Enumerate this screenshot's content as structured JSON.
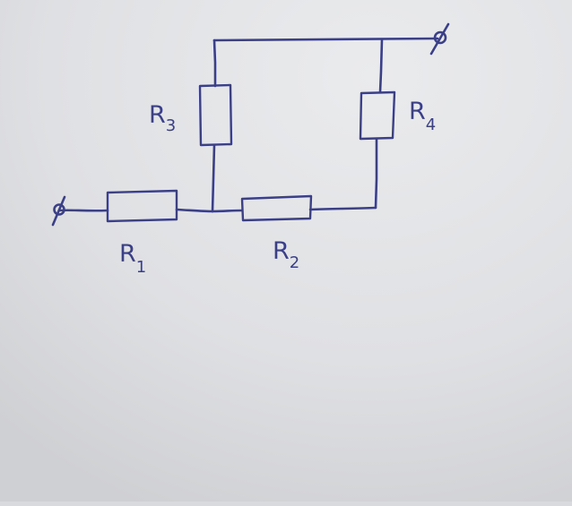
{
  "diagram": {
    "labels": {
      "r1": {
        "main": "R",
        "sub": "1"
      },
      "r2": {
        "main": "R",
        "sub": "2"
      },
      "r3": {
        "main": "R",
        "sub": "3"
      },
      "r4": {
        "main": "R",
        "sub": "4"
      }
    },
    "colors": {
      "ink": "#3a3f86",
      "paper": "#e4e5e8"
    }
  }
}
